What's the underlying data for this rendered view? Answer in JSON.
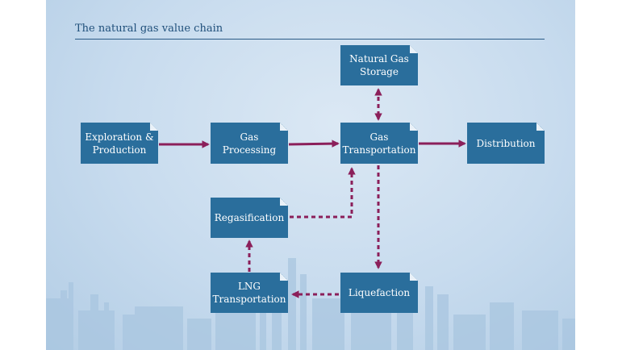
{
  "title": "The natural gas value chain",
  "nodes": {
    "exploration": "Exploration &\nProduction",
    "processing": "Gas\nProcessing",
    "transportation": "Gas\nTransportation",
    "distribution": "Distribution",
    "storage": "Natural Gas\nStorage",
    "regasification": "Regasification",
    "liquefaction": "Liquefaction",
    "lng_transportation": "LNG\nTransportation"
  },
  "colors": {
    "box": "#2a6e9c",
    "arrow": "#8b1f5a",
    "title": "#1f4f7a"
  }
}
